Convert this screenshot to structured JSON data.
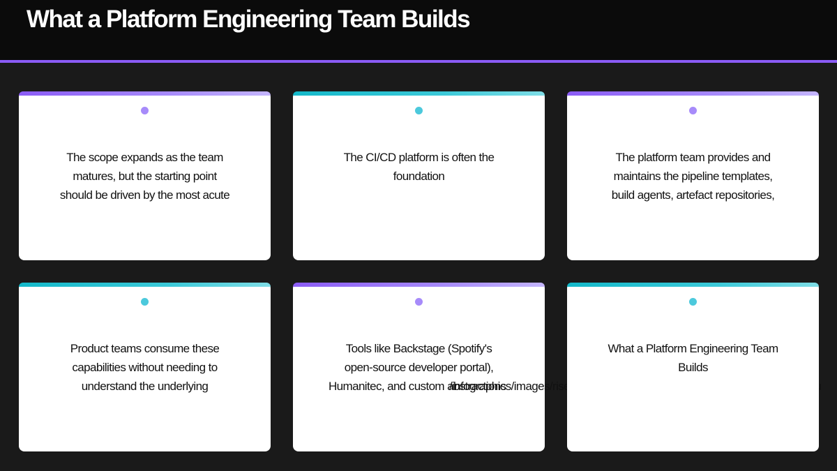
{
  "page": {
    "title": "What a Platform Engineering Team Builds"
  },
  "colors": {
    "background": "#1a1a1a",
    "header_background": "#0b0b0b",
    "header_rule": "#8b5cf6",
    "purple_accent": "#a78bfa",
    "teal_accent": "#4cc9dc",
    "card_background": "#ffffff"
  },
  "cards": [
    {
      "accent": "purple",
      "lines": [
        "The scope expands as the team",
        "matures, but the starting point",
        "should be driven by the most acute"
      ]
    },
    {
      "accent": "teal",
      "lines": [
        "The CI/CD platform is often the",
        "foundation"
      ]
    },
    {
      "accent": "purple",
      "lines": [
        "The platform team provides and",
        "maintains the pipeline templates,",
        "build agents, artefact repositories,"
      ]
    },
    {
      "accent": "teal",
      "lines": [
        "Product teams consume these",
        "capabilities without needing to",
        "understand the underlying"
      ]
    },
    {
      "accent": "purple",
      "lines": [
        "Tools like Backstage (Spotify's",
        "open-source developer portal),"
      ],
      "overlap_line_1": "Humanitec, and custom abstractions",
      "overlap_line_2": "/infographics/images/rise-of-platform-engineering-teams-in-enterprise-measu"
    },
    {
      "accent": "teal",
      "lines": [
        "What a Platform Engineering Team",
        "Builds"
      ]
    }
  ]
}
